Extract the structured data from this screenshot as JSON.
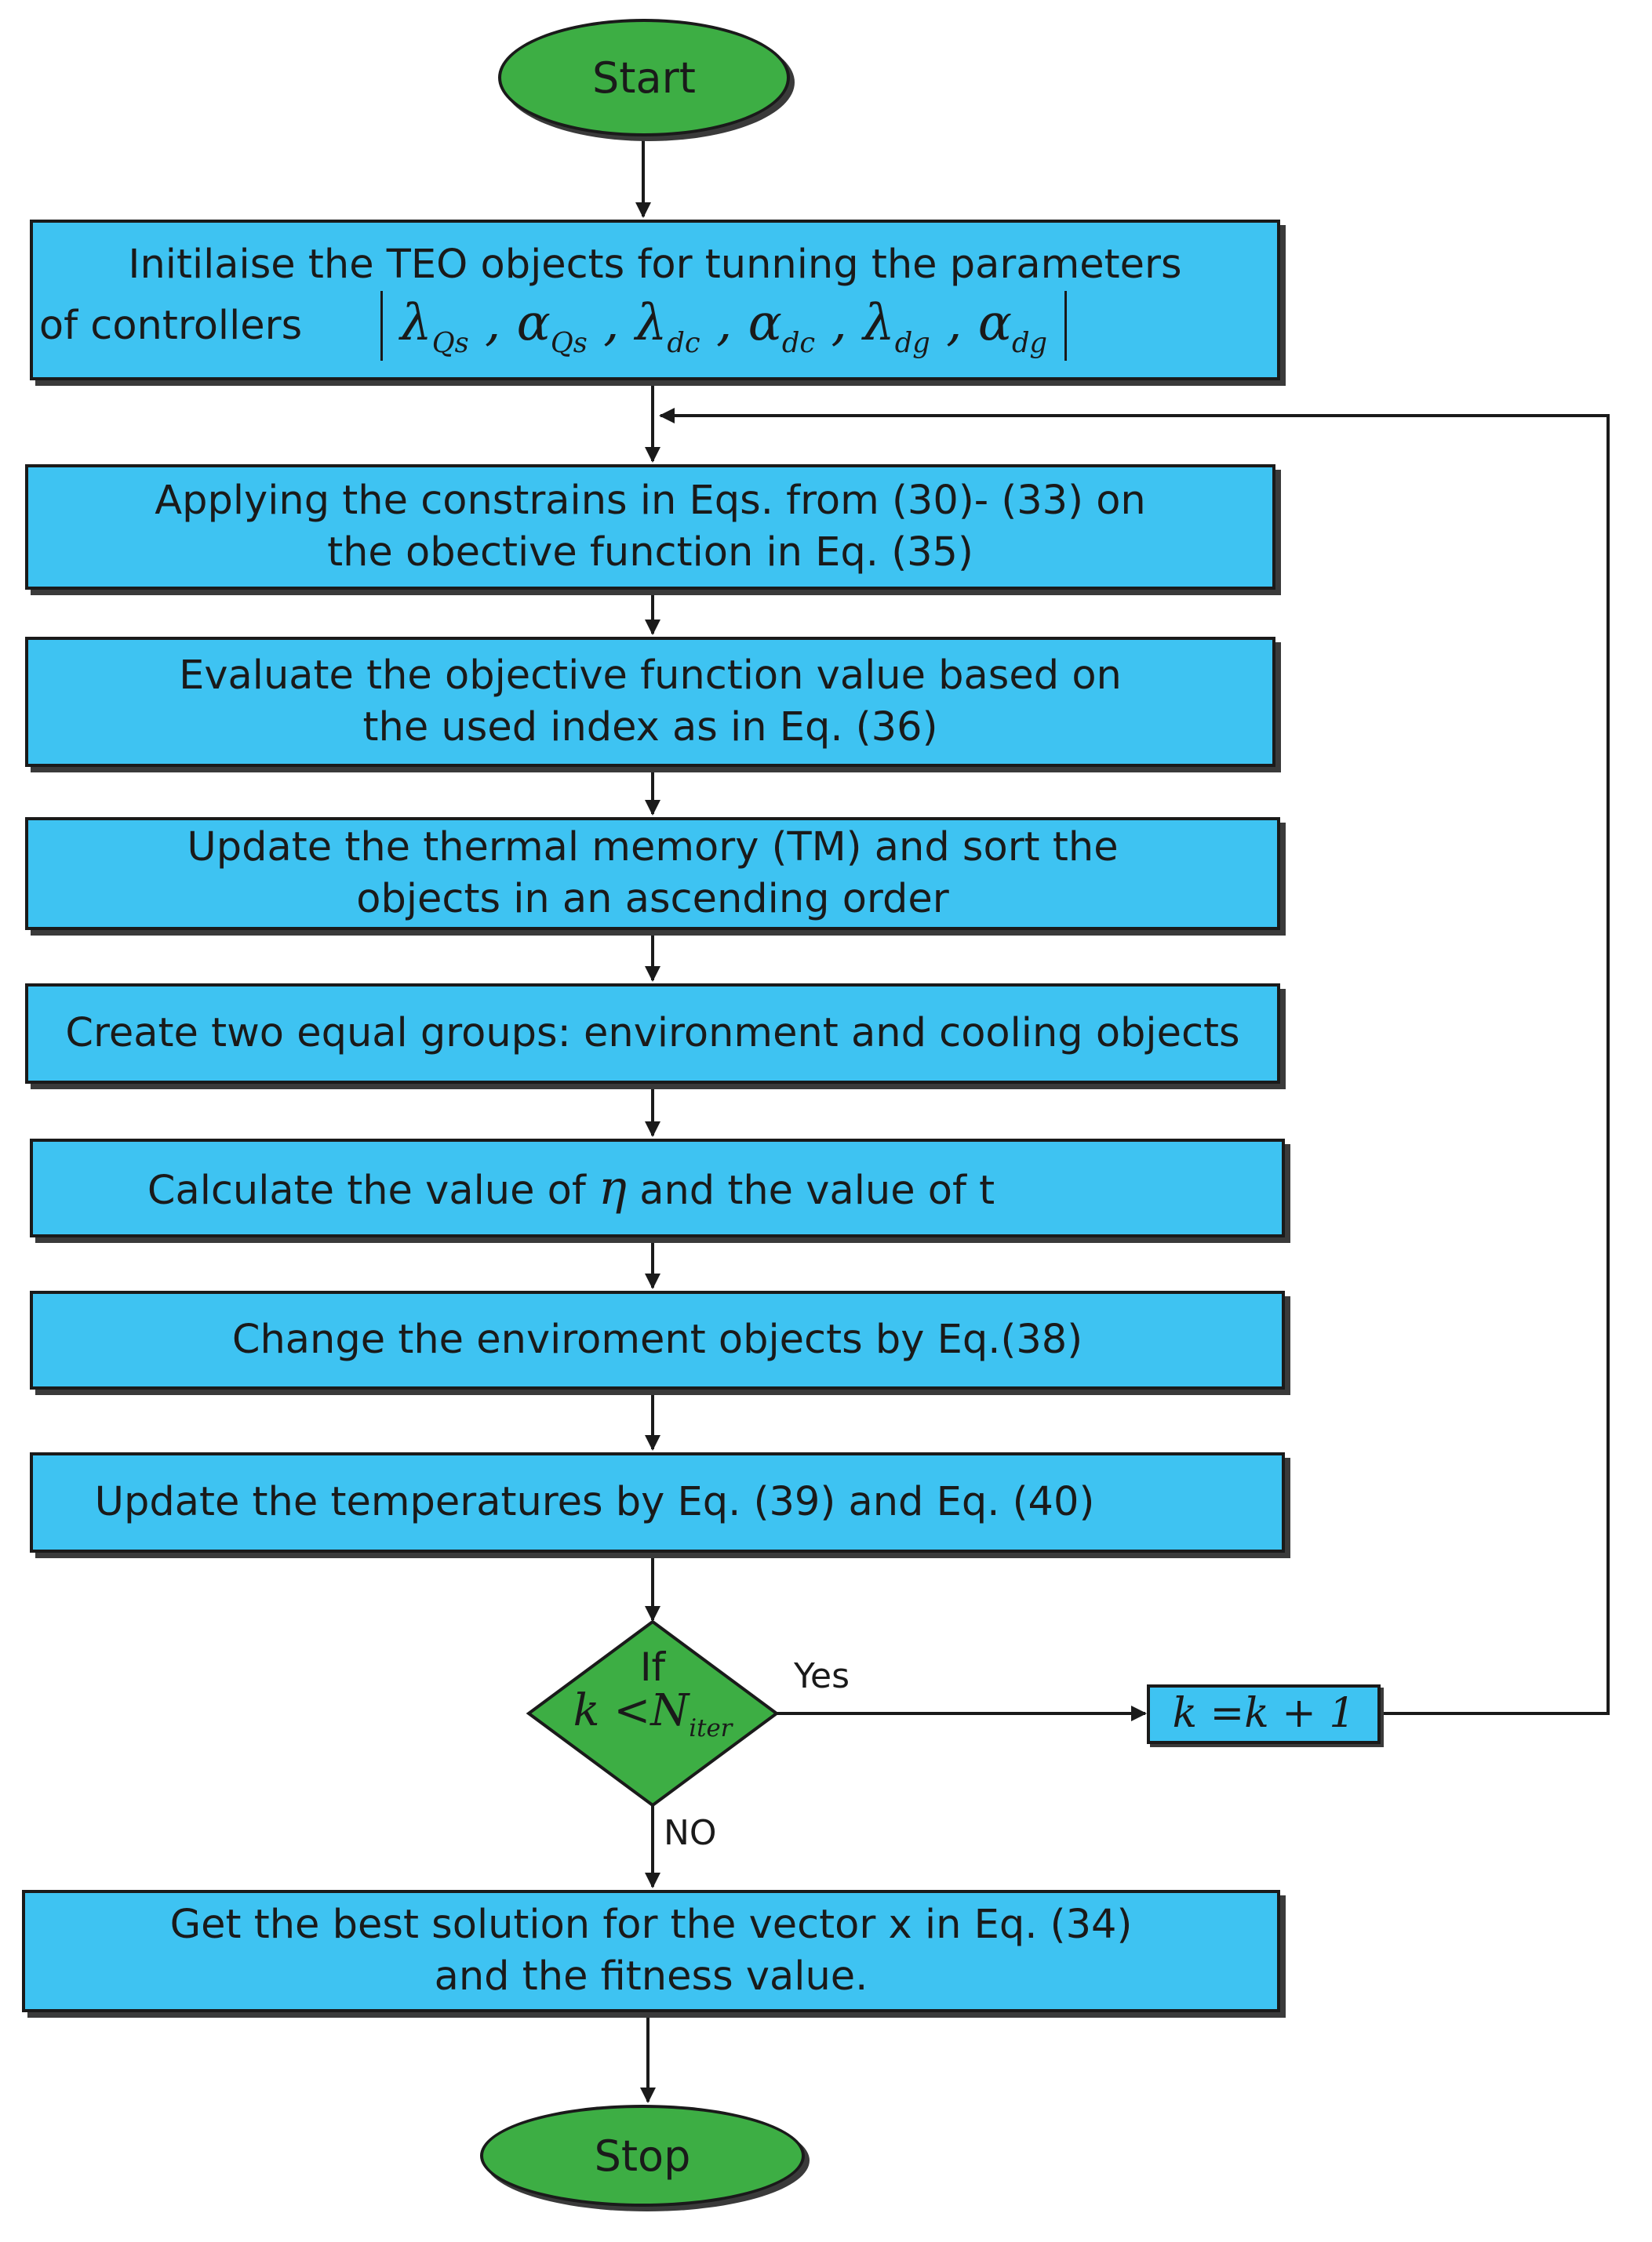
{
  "nodes": {
    "start": "Start",
    "init": {
      "line1": "Initilaise the TEO objects  for tunning the parameters",
      "line2": "of controllers",
      "params": [
        {
          "sym": "λ",
          "sub": "Qs"
        },
        {
          "sym": "α",
          "sub": "Qs"
        },
        {
          "sym": "λ",
          "sub": "dc"
        },
        {
          "sym": "α",
          "sub": "dc"
        },
        {
          "sym": "λ",
          "sub": "dg"
        },
        {
          "sym": "α",
          "sub": "dg"
        }
      ]
    },
    "constraints": {
      "line1": "Applying the constrains in Eqs. from (30)- (33) on",
      "line2": "the obective function in Eq. (35)"
    },
    "evaluate": {
      "line1": "Evaluate the objective function value based on",
      "line2": "the used  index as in Eq. (36)"
    },
    "update_tm": {
      "line1": "Update the thermal memory (TM) and sort the",
      "line2": "objects in an ascending order"
    },
    "groups": "Create two equal groups: environment and cooling objects",
    "calculate": {
      "pre": "Calculate the value of ",
      "eta": "η",
      "mid": " and the value of  ",
      "t": "t"
    },
    "change": "Change the enviroment objects  by Eq.(38)",
    "temps": "Update the temperatures by Eq. (39) and Eq. (40)",
    "decision": {
      "if": "If",
      "cond": "k <N",
      "sub": "iter"
    },
    "increment": "k =k + 1",
    "yes": "Yes",
    "no": "NO",
    "best": {
      "line1": "Get the best solution for the vector x in Eq. (34)",
      "line2": "and the fitness value."
    },
    "stop": "Stop"
  },
  "colors": {
    "box": "#3ec3f2",
    "terminal": "#3dae44",
    "stroke": "#1a1a1a"
  }
}
